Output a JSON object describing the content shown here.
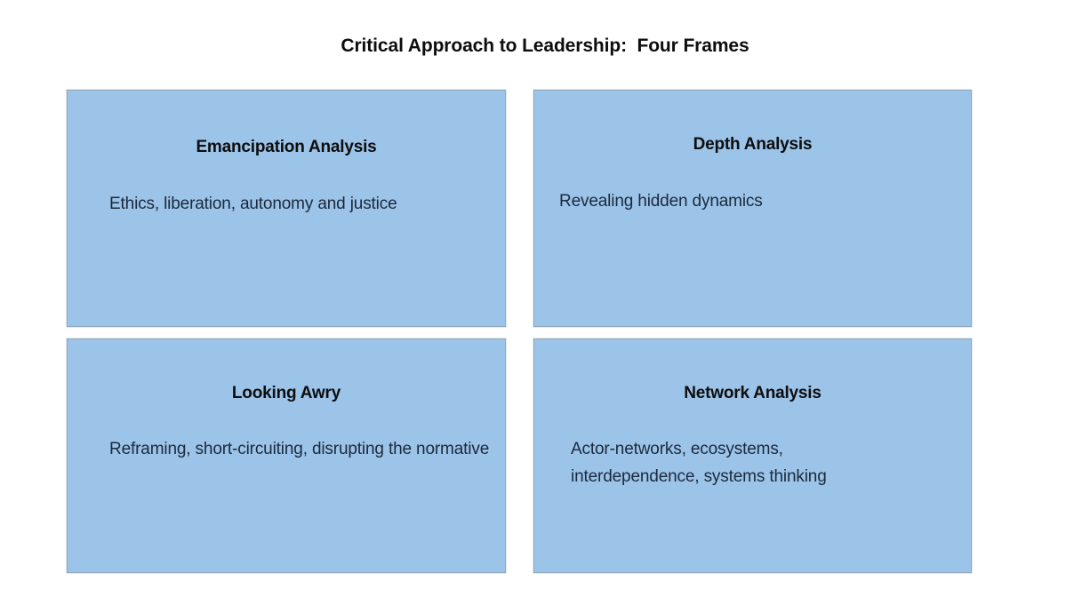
{
  "slide": {
    "title": "Critical Approach to Leadership:  Four Frames",
    "background_color": "#ffffff",
    "box_fill_color": "#9CC3E8",
    "box_border_color": "#8FA9BE",
    "heading_color": "#0d0d0d",
    "body_color": "#1b2a3d"
  },
  "frames": [
    {
      "id": "emancipation-analysis",
      "heading": "Emancipation Analysis",
      "body": "Ethics, liberation, autonomy and justice"
    },
    {
      "id": "depth-analysis",
      "heading": "Depth Analysis",
      "body": "Revealing hidden dynamics"
    },
    {
      "id": "looking-awry",
      "heading": "Looking Awry",
      "body": "Reframing, short-circuiting, disrupting the normative"
    },
    {
      "id": "network-analysis",
      "heading": "Network Analysis",
      "body": "Actor-networks, ecosystems,\ninterdependence, systems thinking"
    }
  ]
}
